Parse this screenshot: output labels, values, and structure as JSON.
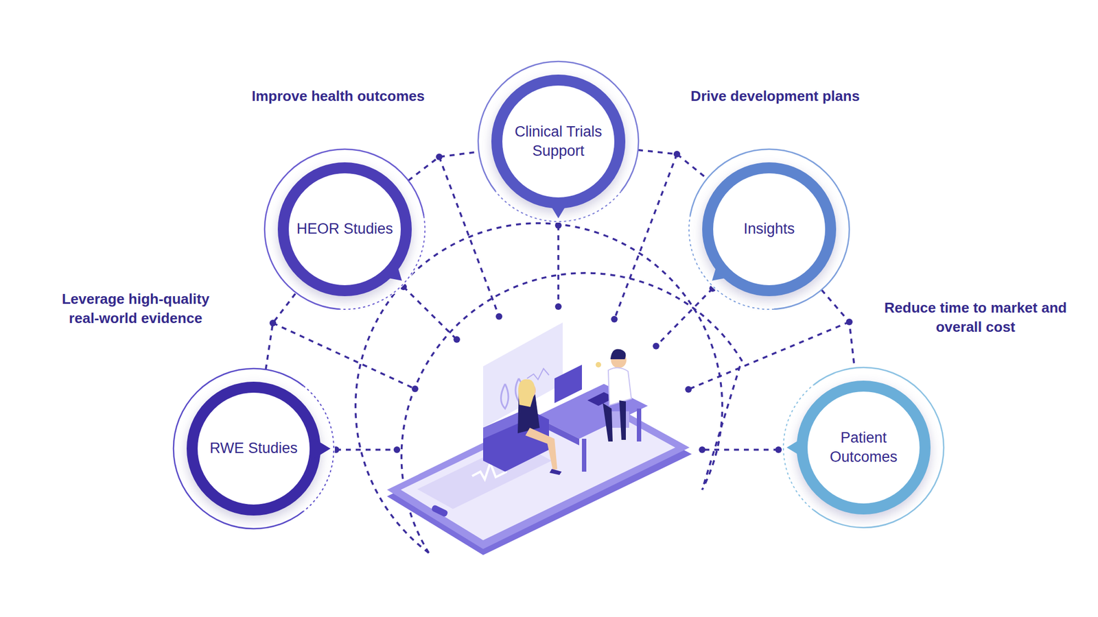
{
  "diagram": {
    "nodes": [
      {
        "text": [
          "Clinical Trials Support"
        ]
      },
      {
        "text": [
          "HEOR Studies"
        ]
      },
      {
        "text": [
          "Insights"
        ]
      },
      {
        "text": [
          "RWE Studies"
        ]
      },
      {
        "text": [
          "Patient Outcomes"
        ]
      }
    ],
    "edges": [
      {
        "from": 3,
        "to": 1,
        "arrow": "none"
      },
      {
        "from": 1,
        "to": 0,
        "arrow": "none"
      },
      {
        "from": 0,
        "to": 2,
        "arrow": "none"
      },
      {
        "from": 2,
        "to": 4,
        "arrow": "none"
      }
    ],
    "labels": [
      "Improve health outcomes",
      "Drive development plans",
      "Leverage high-quality real-world evidence",
      "Reduce time to market and overall cost"
    ]
  }
}
